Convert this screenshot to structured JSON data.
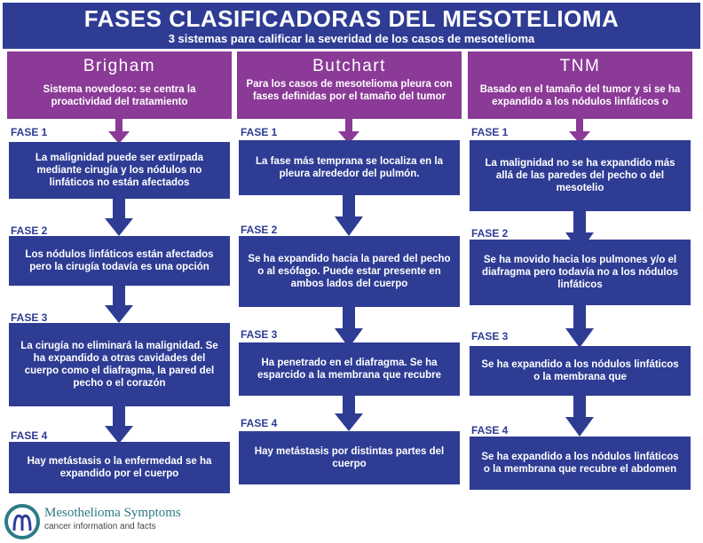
{
  "header": {
    "title": "FASES CLASIFICADORAS DEL MESOTELIOMA",
    "subtitle": "3 sistemas para calificar la severidad de los casos de mesotelioma"
  },
  "columns": [
    {
      "name": "Brigham",
      "description": "Sistema novedoso: se centra la proactividad del tratamiento",
      "phases": [
        {
          "label": "FASE 1",
          "text": "La malignidad puede ser extirpada mediante cirugía y los nódulos no linfáticos no están afectados"
        },
        {
          "label": "FASE 2",
          "text": "Los nódulos linfáticos están afectados pero la cirugía todavía es una opción"
        },
        {
          "label": "FASE 3",
          "text": "La cirugía no eliminará la malignidad. Se ha expandido a otras cavidades del cuerpo como el diafragma, la pared del pecho o el corazón"
        },
        {
          "label": "FASE 4",
          "text": "Hay metástasis o la enfermedad se ha expandido por el cuerpo"
        }
      ]
    },
    {
      "name": "Butchart",
      "description": "Para los casos de mesotelioma pleura con fases definidas por el tamaño del tumor",
      "phases": [
        {
          "label": "FASE 1",
          "text": "La fase más temprana se localiza en la pleura alrededor del pulmón."
        },
        {
          "label": "FASE 2",
          "text": "Se ha expandido hacia la pared del pecho o al esófago. Puede estar presente en ambos lados del cuerpo"
        },
        {
          "label": "FASE 3",
          "text": "Ha penetrado en el diafragma. Se ha esparcido a la membrana que recubre"
        },
        {
          "label": "FASE 4",
          "text": "Hay metástasis por distintas partes del cuerpo"
        }
      ]
    },
    {
      "name": "TNM",
      "description": "Basado en el tamaño del tumor y si se ha expandido a los nódulos linfáticos o",
      "phases": [
        {
          "label": "FASE 1",
          "text": "La malignidad no se ha expandido más allá de las paredes del pecho o del mesotelio"
        },
        {
          "label": "FASE 2",
          "text": "Se ha movido hacia los pulmones y/o el diafragma pero todavía no a los nódulos linfáticos"
        },
        {
          "label": "FASE 3",
          "text": "Se ha expandido a los nódulos linfáticos o la membrana que"
        },
        {
          "label": "FASE 4",
          "text": "Se ha expandido a los nódulos linfáticos o la membrana que recubre el abdomen"
        }
      ]
    }
  ],
  "logo": {
    "name": "Mesothelioma Symptoms",
    "tagline": "cancer information and facts"
  },
  "colors": {
    "navy": "#2e3c94",
    "purple": "#8b3a97",
    "teal": "#2b7b86"
  }
}
